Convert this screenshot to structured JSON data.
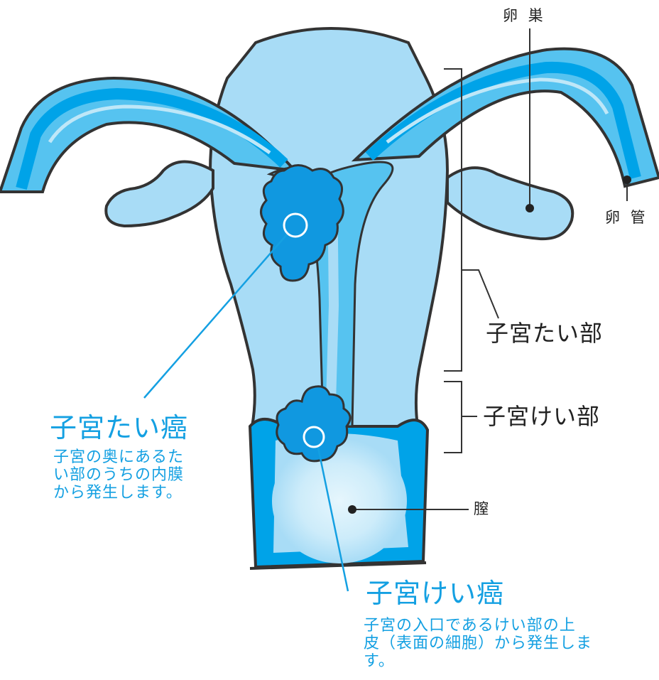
{
  "colors": {
    "accent": "#14a0e2",
    "organ_light": "#a8dcf6",
    "organ_mid": "#56c3f0",
    "organ_deep": "#00a3e8",
    "tumor": "#1098e0",
    "outline": "#333333"
  },
  "labels": {
    "ovary": "卵 巣",
    "fallopian_tube": "卵 管",
    "uterine_body": "子宮たい部",
    "uterine_cervix": "子宮けい部",
    "vagina": "膣"
  },
  "cancers": {
    "body_cancer": {
      "title": "子宮たい癌",
      "description_lines": [
        "子宮の奥にあるた",
        "い部のうちの内膜",
        "から発生します。"
      ]
    },
    "cervical_cancer": {
      "title": "子宮けい癌",
      "description_lines": [
        "子宮の入口であるけい部の上",
        "皮（表面の細胞）から発生しま",
        "す。"
      ]
    }
  }
}
